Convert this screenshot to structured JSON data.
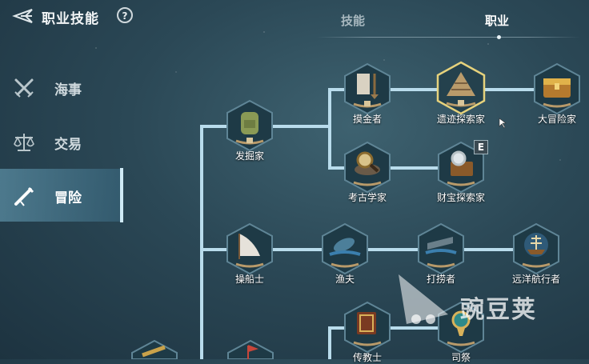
{
  "header": {
    "title": "职业技能",
    "help": "?"
  },
  "top_tabs": [
    {
      "label": "技能"
    },
    {
      "label": "职业"
    }
  ],
  "sidebar": [
    {
      "label": "海事",
      "icon": "crossed-swords-icon"
    },
    {
      "label": "交易",
      "icon": "scales-icon"
    },
    {
      "label": "冒险",
      "icon": "telescope-icon"
    }
  ],
  "tree": {
    "nodes": {
      "excavator": "发掘家",
      "gold_digger": "摸金者",
      "ruins_explorer": "遗迹探索家",
      "great_adventurer": "大冒险家",
      "archaeologist": "考古学家",
      "treasure_explorer": "财宝探索家",
      "sailor": "操船士",
      "fisherman": "渔夫",
      "salvager": "打捞者",
      "ocean_navigator": "远洋航行者",
      "missionary": "传教士",
      "priest": "司祭"
    },
    "badge": "E"
  },
  "watermark": "豌豆荚"
}
